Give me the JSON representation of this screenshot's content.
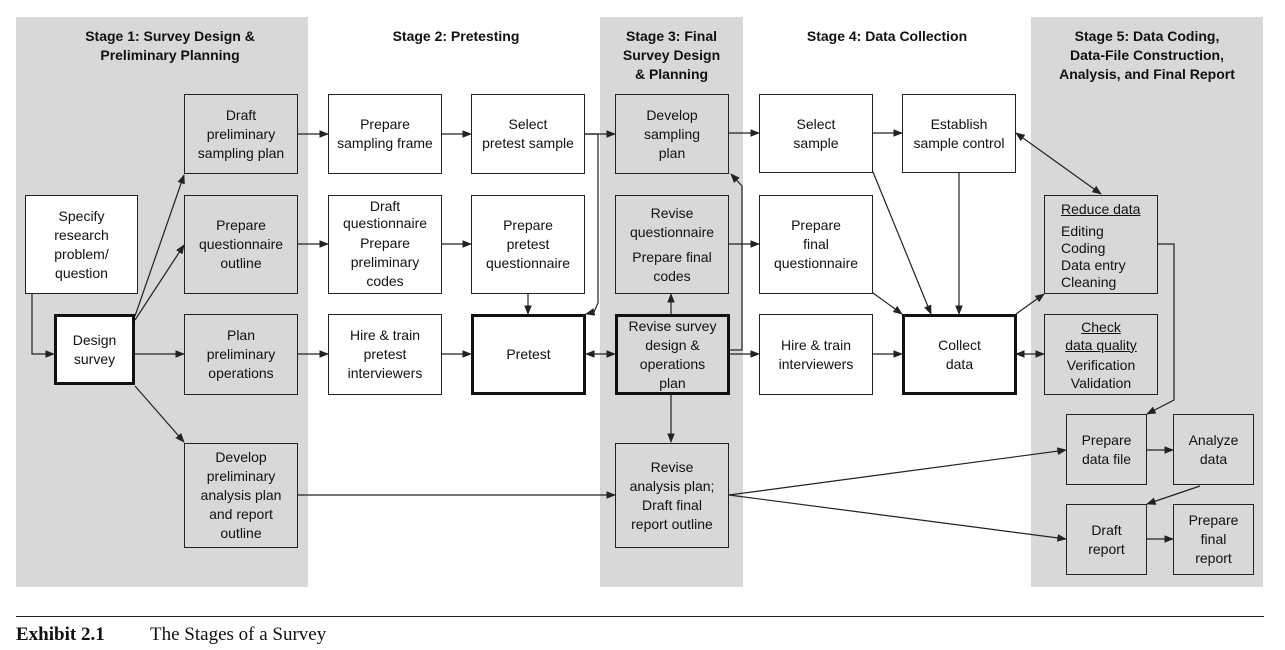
{
  "stages": [
    {
      "id": "stage1",
      "title": "Stage 1: Survey Design &\nPreliminary Planning"
    },
    {
      "id": "stage2",
      "title": "Stage 2: Pretesting"
    },
    {
      "id": "stage3",
      "title": "Stage 3: Final\nSurvey Design\n& Planning"
    },
    {
      "id": "stage4",
      "title": "Stage 4: Data Collection"
    },
    {
      "id": "stage5",
      "title": "Stage 5: Data Coding,\nData-File Construction,\nAnalysis, and Final Report"
    }
  ],
  "boxes": {
    "specify": "Specify\nresearch\nproblem/\nquestion",
    "design": "Design\nsurvey",
    "draft_sampling": "Draft\npreliminary\nsampling plan",
    "prep_outline": "Prepare\nquestionnaire\noutline",
    "plan_ops": "Plan\npreliminary\noperations",
    "dev_analysis": "Develop\npreliminary\nanalysis plan\nand report\noutline",
    "prep_frame": "Prepare\nsampling frame",
    "select_pretest": "Select\npretest sample",
    "draft_q": "Draft\nquestionnaire",
    "prep_codes": "Prepare\npreliminary\ncodes",
    "prep_pretest_q": "Prepare\npretest\nquestionnaire",
    "hire_pretest": "Hire & train\npretest\ninterviewers",
    "pretest": "Pretest",
    "dev_sampling": "Develop\nsampling\nplan",
    "revise_q": "Revise\nquestionnaire",
    "prep_final_codes": "Prepare final\ncodes",
    "revise_design": "Revise survey\ndesign &\noperations\nplan",
    "revise_analysis": "Revise\nanalysis plan;\nDraft final\nreport outline",
    "select_sample": "Select\nsample",
    "establish_control": "Establish\nsample control",
    "prep_final_q": "Prepare\nfinal\nquestionnaire",
    "hire_interviewers": "Hire & train\ninterviewers",
    "collect": "Collect\ndata",
    "reduce_title": "Reduce data",
    "reduce_items": "Editing\nCoding\nData entry\nCleaning",
    "check_title": "Check\ndata quality",
    "check_items": "Verification\nValidation",
    "prep_datafile": "Prepare\ndata file",
    "analyze": "Analyze\ndata",
    "draft_report": "Draft\nreport",
    "prep_final_report": "Prepare\nfinal\nreport"
  },
  "caption": {
    "label": "Exhibit 2.1",
    "title": "The Stages of a Survey"
  },
  "colors": {
    "stage_band": "#d8d8d8",
    "line": "#222222"
  }
}
